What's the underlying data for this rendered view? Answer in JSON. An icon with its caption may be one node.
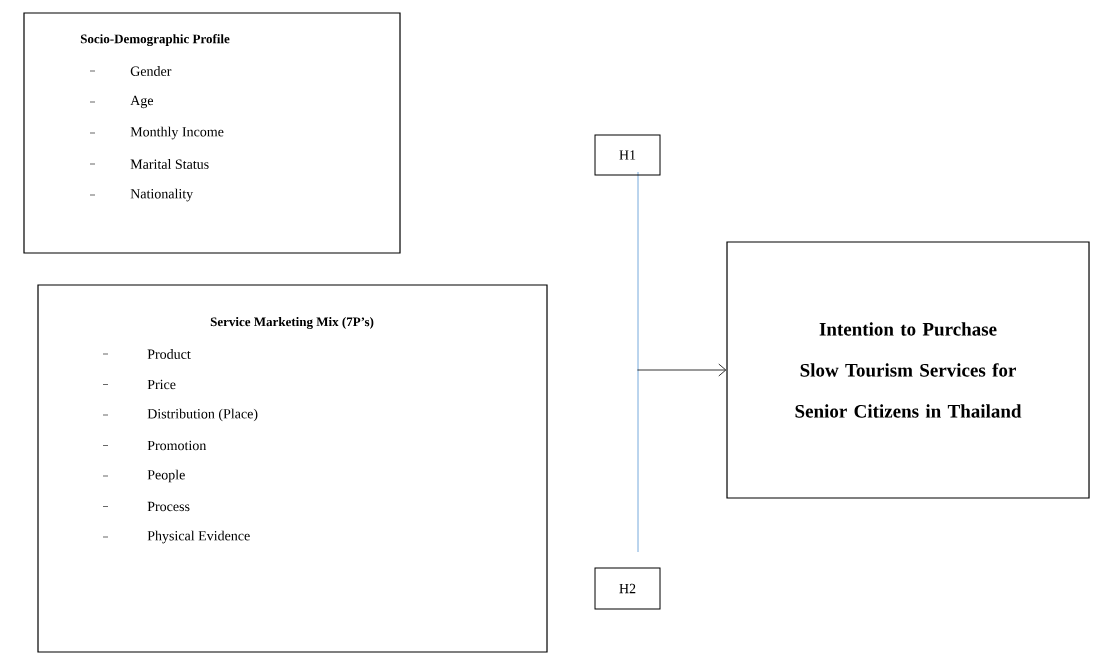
{
  "diagram": {
    "nodes": [
      {
        "text": [
          "Socio-Demographic Profile",
          "Gender",
          "Age",
          "Monthly Income",
          "Marital Status",
          "Nationality"
        ]
      },
      {
        "text": [
          "Service Marketing Mix (7P’s)",
          "Product",
          "Price",
          "Distribution (Place)",
          "Promotion",
          "People",
          "Process",
          "Physical Evidence"
        ]
      },
      {
        "text": [
          "Intention to Purchase Slow Tourism Services for Senior Citizens in Thailand"
        ]
      },
      {
        "text": [
          "H1"
        ]
      },
      {
        "text": [
          "H2"
        ]
      }
    ],
    "edges": [
      {
        "from": null,
        "to": 2,
        "arrow": "to"
      }
    ]
  }
}
